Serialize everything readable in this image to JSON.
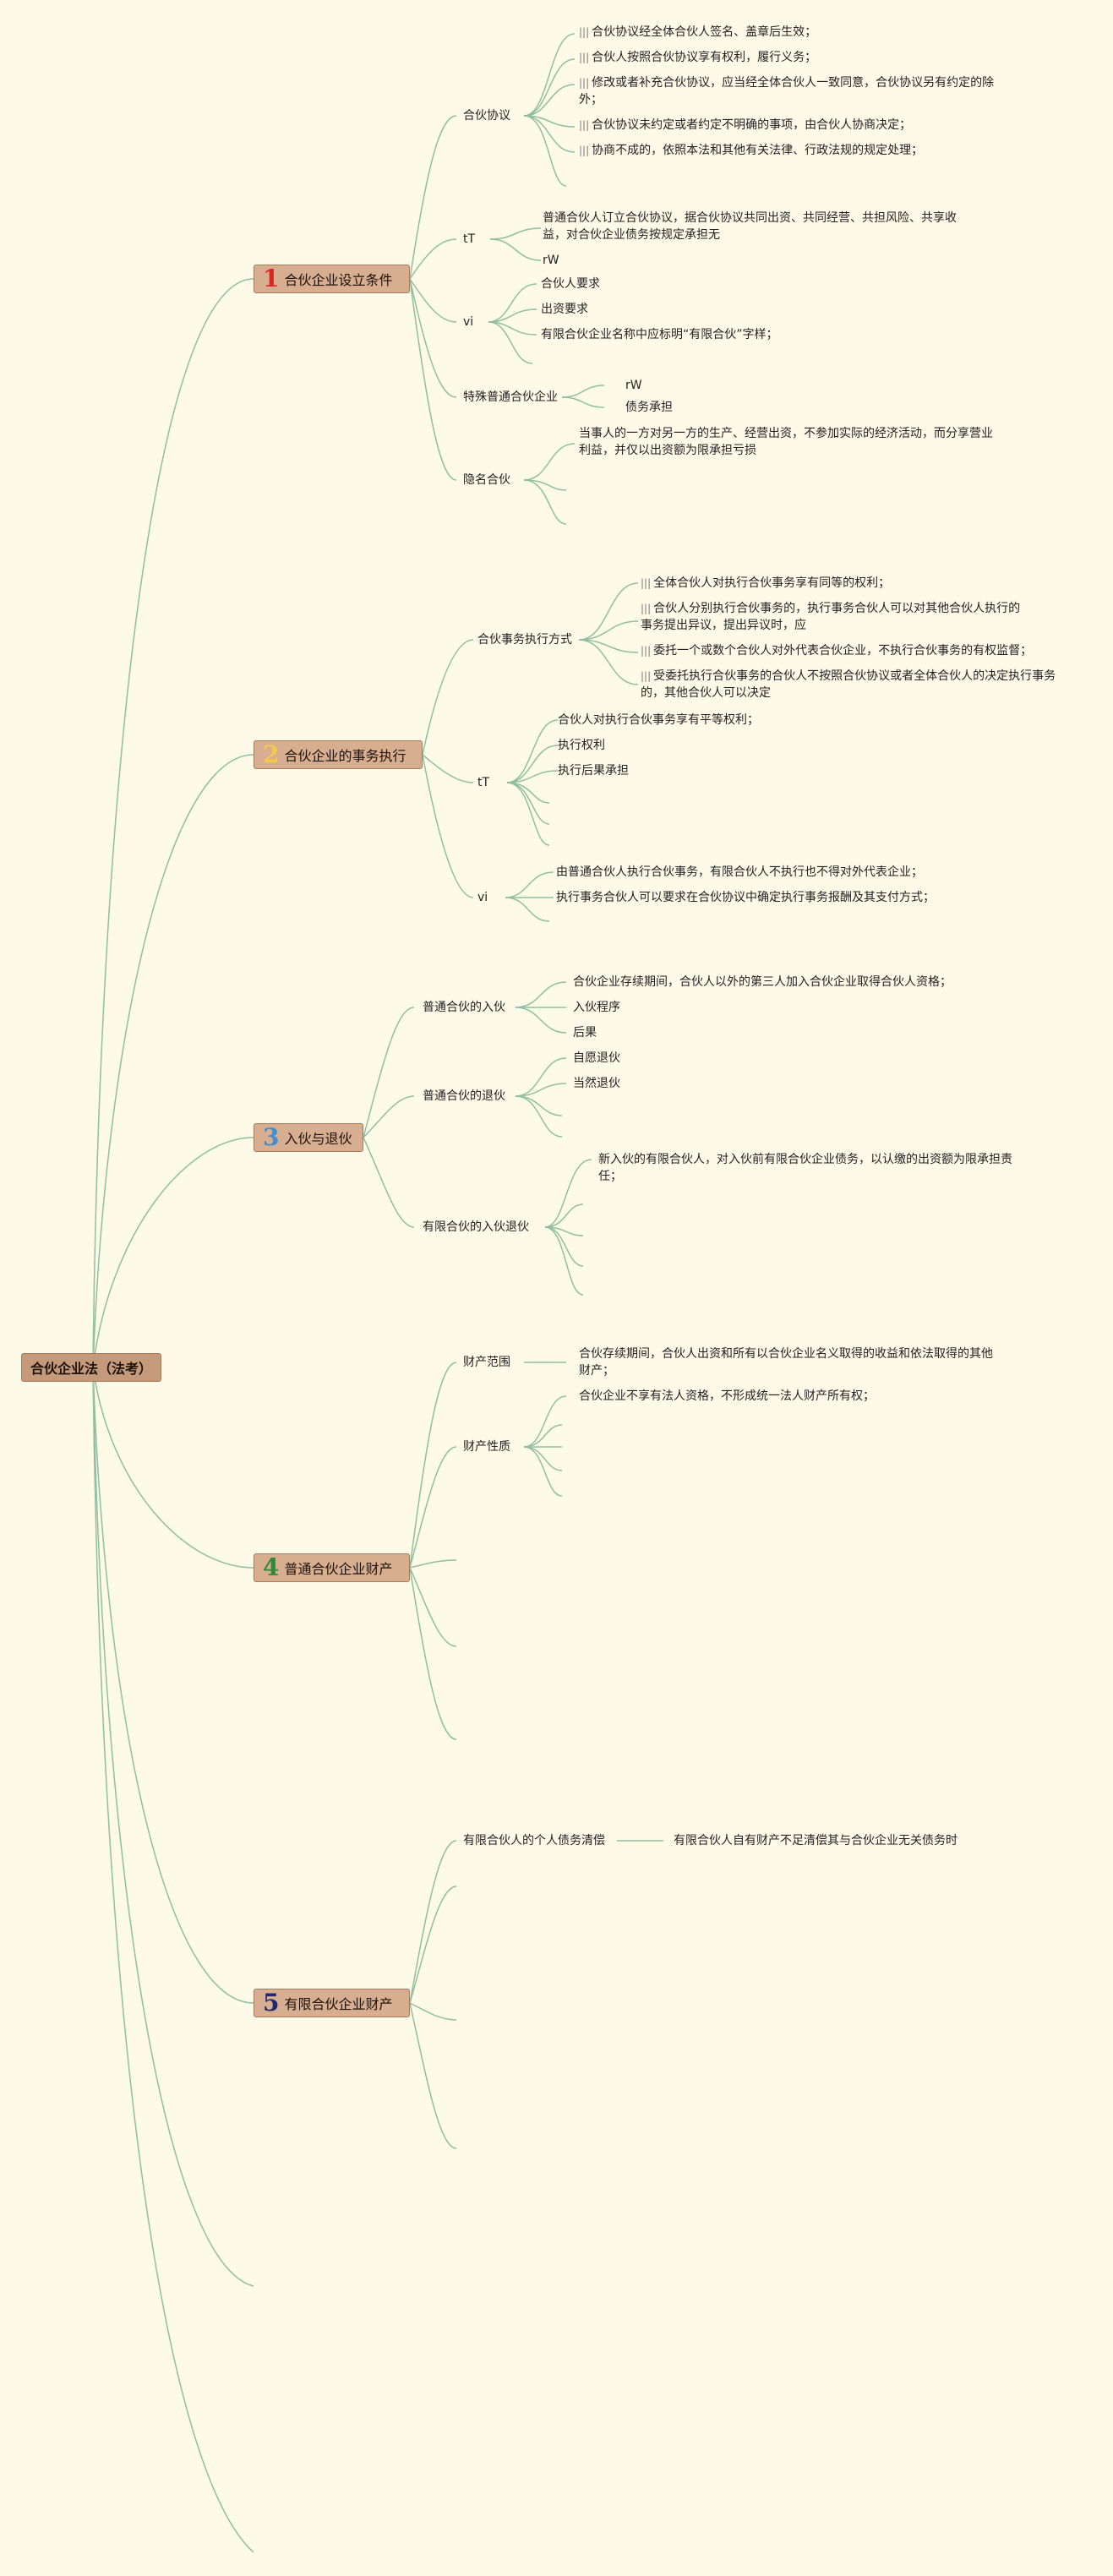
{
  "root": {
    "label": "合伙企业法（法考）"
  },
  "branches": [
    {
      "num": "1",
      "num_color": "#e02424",
      "label": "合伙企业设立条件",
      "children": [
        {
          "label": "合伙协议",
          "items": [
            "合伙协议经全体合伙人签名、盖章后生效；",
            "合伙人按照合伙协议享有权利，履行义务；",
            "修改或者补充合伙协议，应当经全体合伙人一致同意，合伙协议另有约定的除外；",
            "合伙协议未约定或者约定不明确的事项，由合伙人协商决定；",
            "协商不成的，依照本法和其他有关法律、行政法规的规定处理；"
          ]
        },
        {
          "label": "tT",
          "items": [
            "普通合伙人订立合伙协议，据合伙协议共同出资、共同经营、共担风险、共享收益，对合伙企业债务按规定承担无",
            "rW"
          ]
        },
        {
          "label": "vi",
          "items": [
            "合伙人要求",
            "出资要求",
            "有限合伙企业名称中应标明“有限合伙”字样；"
          ]
        },
        {
          "label": "特殊普通合伙企业",
          "items": [
            "rW",
            "债务承担"
          ]
        },
        {
          "label": "隐名合伙",
          "items": [
            "当事人的一方对另一方的生产、经营出资，不参加实际的经济活动，而分享营业利益，并仅以出资额为限承担亏损"
          ]
        }
      ]
    },
    {
      "num": "2",
      "num_color": "#f2c94c",
      "label": "合伙企业的事务执行",
      "children": [
        {
          "label": "合伙事务执行方式",
          "items": [
            "全体合伙人对执行合伙事务享有同等的权利；",
            "合伙人分别执行合伙事务的，执行事务合伙人可以对其他合伙人执行的事务提出异议，提出异议时，应",
            "委托一个或数个合伙人对外代表合伙企业，不执行合伙事务的有权监督；",
            "受委托执行合伙事务的合伙人不按照合伙协议或者全体合伙人的决定执行事务的，其他合伙人可以决定"
          ]
        },
        {
          "label": "tT",
          "items": [
            "合伙人对执行合伙事务享有平等权利；",
            "执行权利",
            "执行后果承担"
          ]
        },
        {
          "label": "vi",
          "items": [
            "由普通合伙人执行合伙事务，有限合伙人不执行也不得对外代表企业；",
            "执行事务合伙人可以要求在合伙协议中确定执行事务报酬及其支付方式；"
          ]
        }
      ]
    },
    {
      "num": "3",
      "num_color": "#3d8fd1",
      "label": "入伙与退伙",
      "children": [
        {
          "label": "普通合伙的入伙",
          "items": [
            "合伙企业存续期间，合伙人以外的第三人加入合伙企业取得合伙人资格；",
            "入伙程序",
            "后果"
          ]
        },
        {
          "label": "普通合伙的退伙",
          "items": [
            "自愿退伙",
            "当然退伙"
          ]
        },
        {
          "label": "有限合伙的入伙退伙",
          "items": [
            "新入伙的有限合伙人，对入伙前有限合伙企业债务，以认缴的出资额为限承担责任；"
          ]
        }
      ]
    },
    {
      "num": "4",
      "num_color": "#2e8b3a",
      "label": "普通合伙企业财产",
      "children": [
        {
          "label": "财产范围",
          "items": [
            "合伙存续期间，合伙人出资和所有以合伙企业名义取得的收益和依法取得的其他财产；"
          ]
        },
        {
          "label": "财产性质",
          "items": [
            "合伙企业不享有法人资格，不形成统一法人财产所有权；"
          ]
        }
      ]
    },
    {
      "num": "5",
      "num_color": "#1f2a6e",
      "label": "有限合伙企业财产",
      "children": [
        {
          "label": "有限合伙人的个人债务清偿",
          "items": [
            "有限合伙人自有财产不足清偿其与合伙企业无关债务时"
          ]
        }
      ]
    }
  ],
  "item_marker": "|||"
}
